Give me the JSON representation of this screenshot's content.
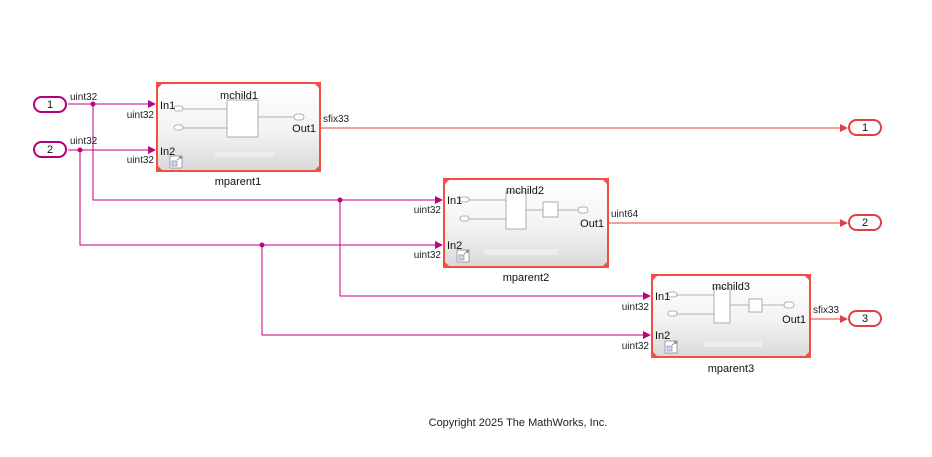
{
  "inports": [
    "1",
    "2"
  ],
  "outports": [
    "1",
    "2",
    "3"
  ],
  "blocks": [
    {
      "name": "mparent1",
      "child": "mchild1",
      "in1": "In1",
      "in2": "In2",
      "out": "Out1"
    },
    {
      "name": "mparent2",
      "child": "mchild2",
      "in1": "In1",
      "in2": "In2",
      "out": "Out1"
    },
    {
      "name": "mparent3",
      "child": "mchild3",
      "in1": "In1",
      "in2": "In2",
      "out": "Out1"
    }
  ],
  "signals": {
    "in1_type": "uint32",
    "in2_type": "uint32",
    "p1_in1_type": "uint32",
    "p1_in2_type": "uint32",
    "p2_in1_type": "uint32",
    "p2_in2_type": "uint32",
    "p3_in1_type": "uint32",
    "p3_in2_type": "uint32",
    "out1_type": "sfix33",
    "out2_type": "uint64",
    "out3_type": "sfix33"
  },
  "copyright": "Copyright 2025 The MathWorks, Inc.",
  "colors": {
    "signal": "#c00080",
    "output_signal": "#e04040",
    "block_border": "#f05040",
    "port_stroke": "#b0007a"
  }
}
